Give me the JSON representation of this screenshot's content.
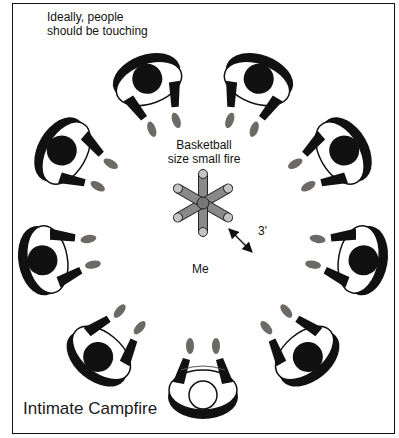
{
  "diagram": {
    "caption": "Intimate Campfire",
    "labels": [
      "Ideally, people should be touching",
      "Basketball size small fire",
      "3'",
      "Me"
    ]
  }
}
